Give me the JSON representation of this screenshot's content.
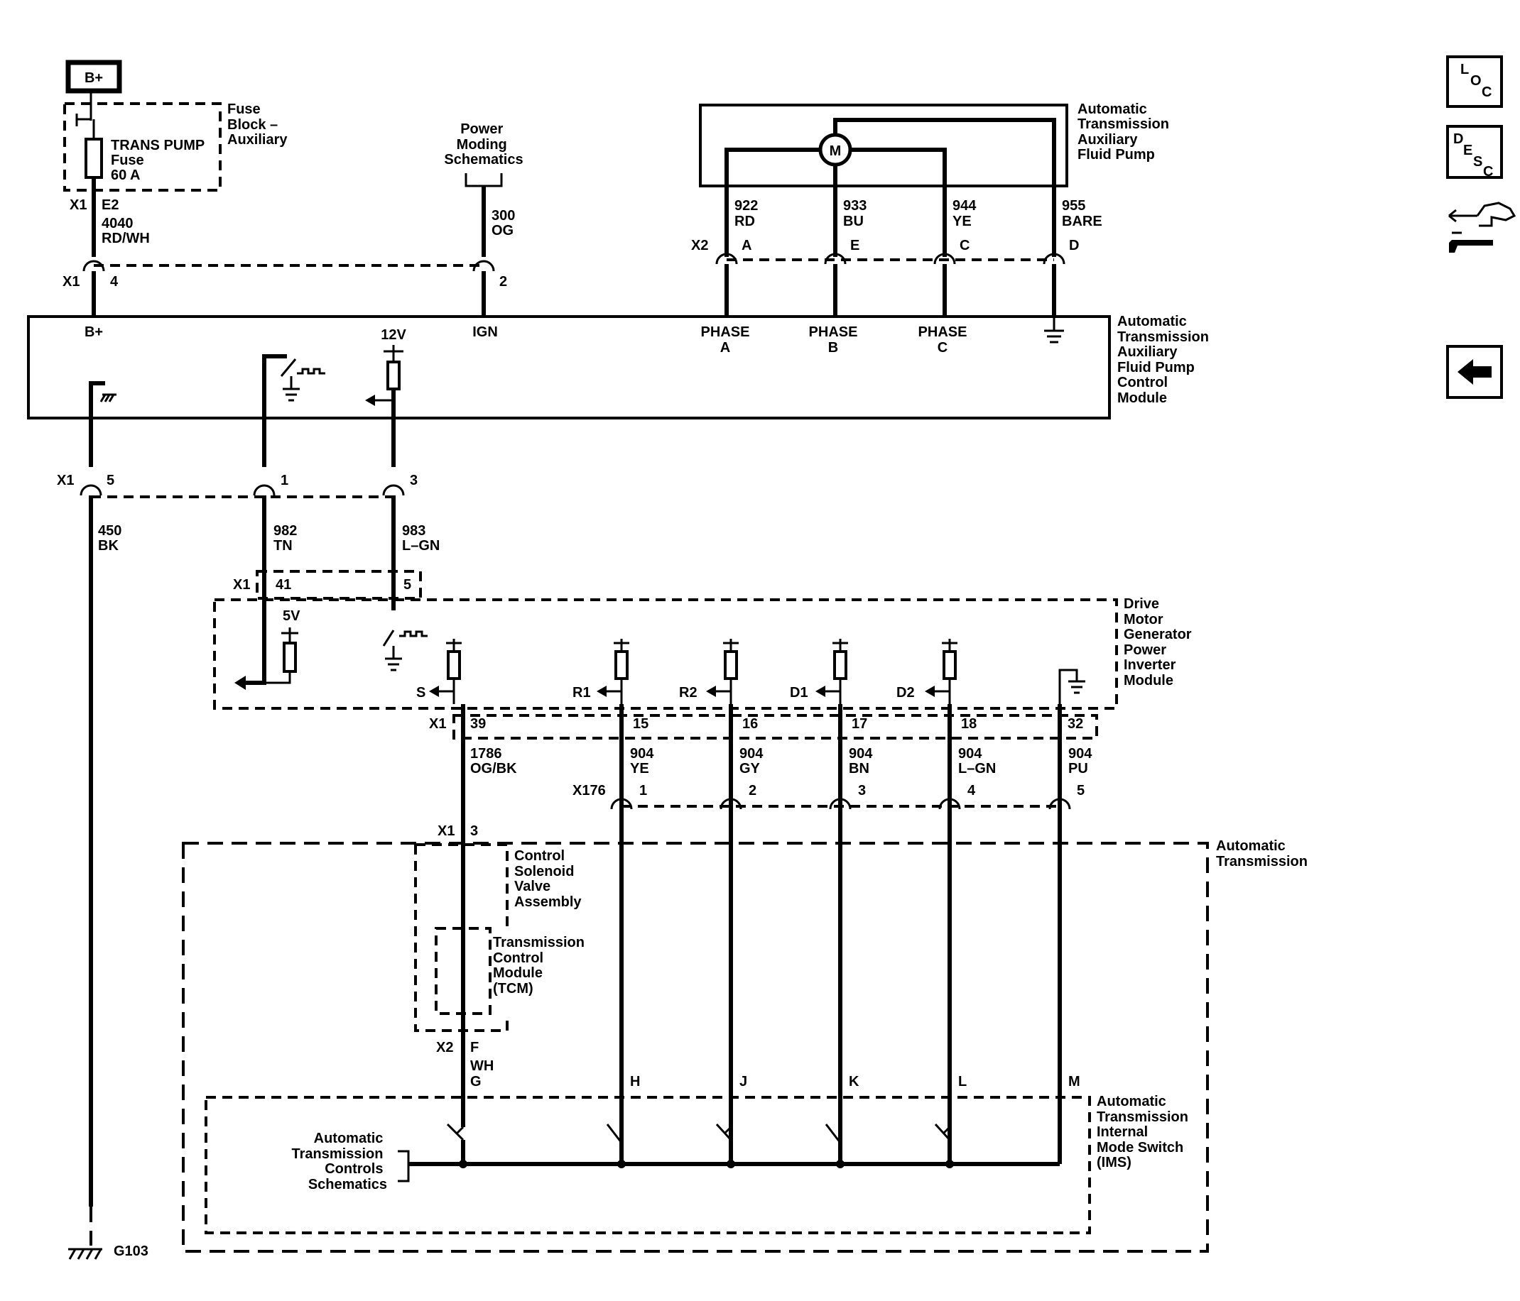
{
  "power": {
    "label": "B+"
  },
  "fuse_block": {
    "label_lines": [
      "Fuse",
      "Block –",
      "Auxiliary"
    ],
    "fuse_lines": [
      "TRANS PUMP",
      "Fuse",
      "60 A"
    ]
  },
  "power_moding": {
    "lines": [
      "Power",
      "Moding",
      "Schematics"
    ]
  },
  "pump": {
    "name_lines": [
      "Automatic",
      "Transmission",
      "Auxiliary",
      "Fluid Pump"
    ],
    "motor": "M"
  },
  "module": {
    "name_lines": [
      "Automatic",
      "Transmission",
      "Auxiliary",
      "Fluid Pump",
      "Control",
      "Module"
    ],
    "bplus": "B+",
    "ign": "IGN",
    "v12": "12V",
    "phases": [
      {
        "line1": "PHASE",
        "line2": "A"
      },
      {
        "line1": "PHASE",
        "line2": "B"
      },
      {
        "line1": "PHASE",
        "line2": "C"
      }
    ]
  },
  "conn": {
    "x1": "X1",
    "x2": "X2",
    "x176": "X176",
    "e2": "E2",
    "pin4": "4",
    "pin2": "2",
    "pump_pins": [
      "A",
      "E",
      "C",
      "D"
    ],
    "lower_pins": [
      "5",
      "1",
      "3"
    ],
    "inv_pins": [
      "41",
      "5"
    ],
    "dmg_pins": [
      "39",
      "15",
      "16",
      "17",
      "18",
      "32"
    ],
    "x176_pins": [
      "1",
      "2",
      "3",
      "4",
      "5"
    ],
    "trans_pin": "3",
    "x2_pin": "F"
  },
  "wires": {
    "w4040": [
      "4040",
      "RD/WH"
    ],
    "w300": [
      "300",
      "OG"
    ],
    "w922": [
      "922",
      "RD"
    ],
    "w933": [
      "933",
      "BU"
    ],
    "w944": [
      "944",
      "YE"
    ],
    "w955": [
      "955",
      "BARE"
    ],
    "w450": [
      "450",
      "BK"
    ],
    "w982": [
      "982",
      "TN"
    ],
    "w983": [
      "983",
      "L–GN"
    ],
    "w1786": [
      "1786",
      "OG/BK"
    ],
    "w904ye": [
      "904",
      "YE"
    ],
    "w904gy": [
      "904",
      "GY"
    ],
    "w904bn": [
      "904",
      "BN"
    ],
    "w904lgn": [
      "904",
      "L–GN"
    ],
    "w904pu": [
      "904",
      "PU"
    ],
    "wwh": "WH"
  },
  "dmg": {
    "name_lines": [
      "Drive",
      "Motor",
      "Generator",
      "Power",
      "Inverter",
      "Module"
    ],
    "v5": "5V",
    "signals": [
      "S",
      "R1",
      "R2",
      "D1",
      "D2"
    ]
  },
  "trans": {
    "name_lines": [
      "Automatic",
      "Transmission"
    ]
  },
  "csva": {
    "name_lines": [
      "Control",
      "Solenoid",
      "Valve",
      "Assembly"
    ]
  },
  "tcm": {
    "name_lines": [
      "Transmission",
      "Control",
      "Module",
      "(TCM)"
    ]
  },
  "ims": {
    "name_lines": [
      "Automatic",
      "Transmission",
      "Internal",
      "Mode Switch",
      "(IMS)"
    ],
    "pins": [
      "G",
      "H",
      "J",
      "K",
      "L",
      "M"
    ]
  },
  "atc": {
    "lines": [
      "Automatic",
      "Transmission",
      "Controls",
      "Schematics"
    ]
  },
  "ground": {
    "label": "G103"
  },
  "nav": {
    "loc": [
      "L",
      "O",
      "C"
    ],
    "desc": [
      "D",
      "E",
      "S",
      "C"
    ]
  }
}
